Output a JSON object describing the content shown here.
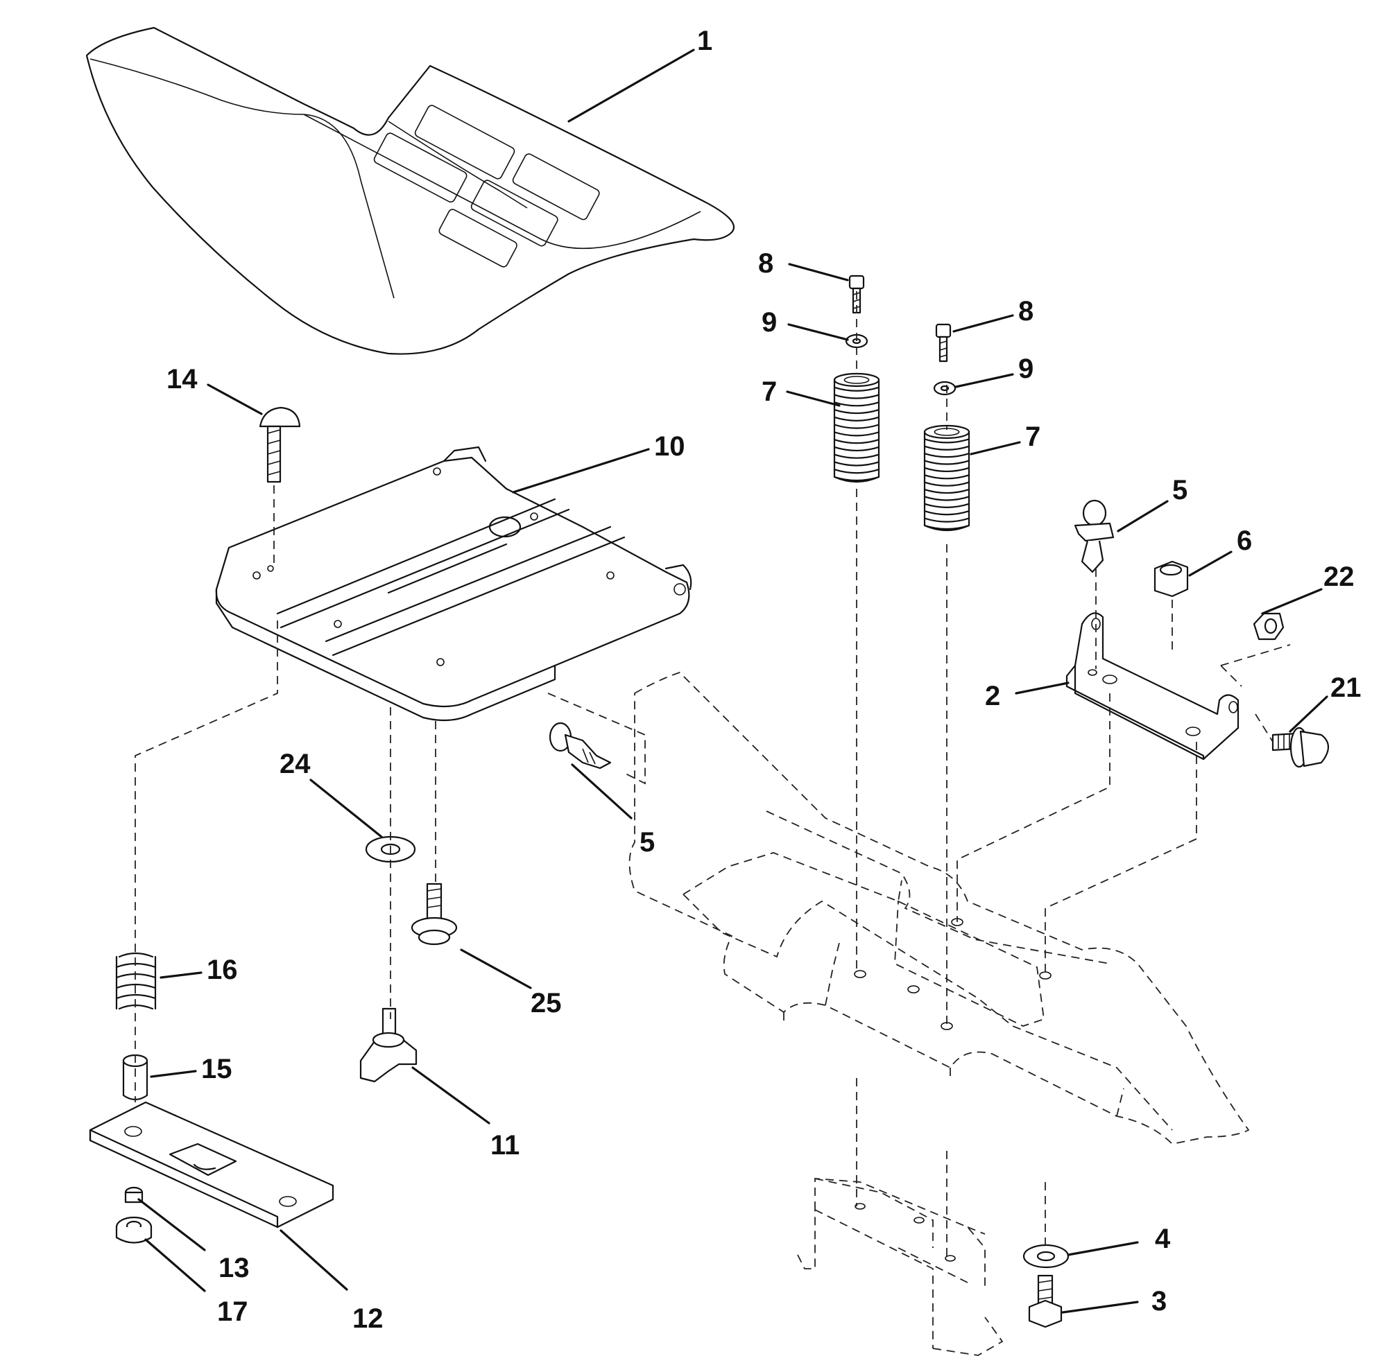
{
  "callouts": {
    "c1": "1",
    "c2": "2",
    "c3": "3",
    "c4": "4",
    "c5a": "5",
    "c5b": "5",
    "c6": "6",
    "c7a": "7",
    "c7b": "7",
    "c8a": "8",
    "c8b": "8",
    "c9a": "9",
    "c9b": "9",
    "c10": "10",
    "c11": "11",
    "c12": "12",
    "c13": "13",
    "c14": "14",
    "c15": "15",
    "c16": "16",
    "c17": "17",
    "c21": "21",
    "c22": "22",
    "c24": "24",
    "c25": "25"
  }
}
